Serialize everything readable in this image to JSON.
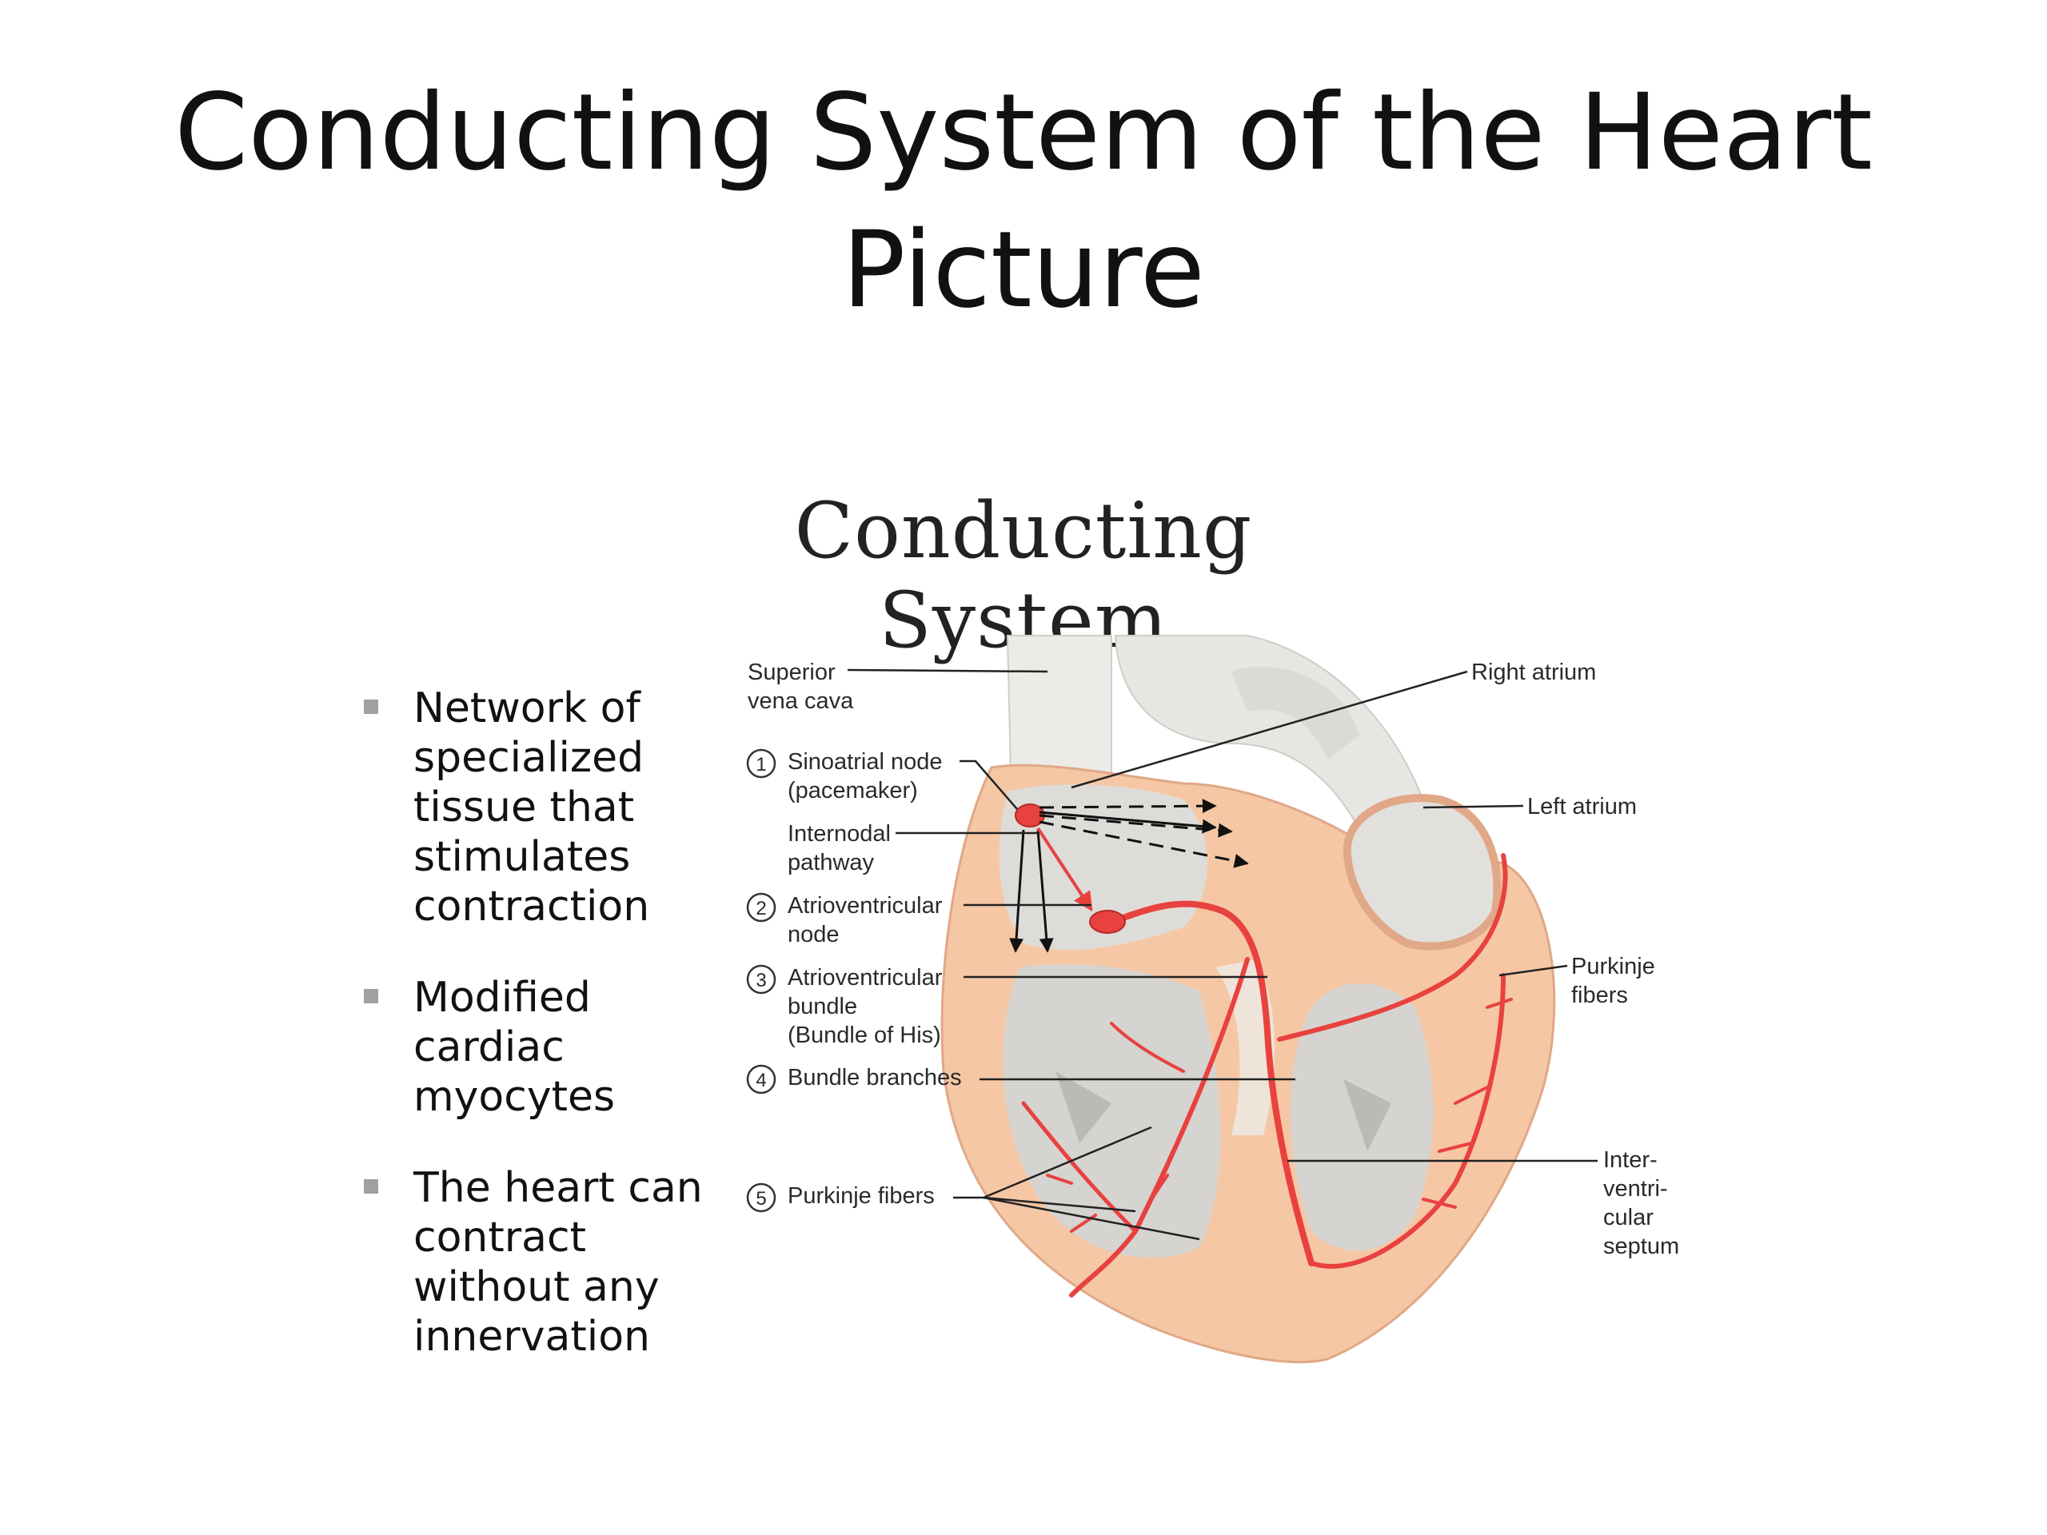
{
  "title": "Conducting System of the Heart Picture",
  "subtitle": "Conducting System",
  "bullets": [
    {
      "text": "Network of\nspecialized\ntissue that\nstimulates\ncontraction"
    },
    {
      "text": "Modified\ncardiac\nmyocytes"
    },
    {
      "text": "The heart can\ncontract\nwithout any\ninnervation"
    }
  ],
  "diagram": {
    "left_labels": {
      "svc_1": "Superior",
      "svc_2": "vena cava",
      "sa_num": "1",
      "sa_1": "Sinoatrial node",
      "sa_2": "(pacemaker)",
      "internodal_1": "Internodal",
      "internodal_2": "pathway",
      "av_num": "2",
      "av_1": "Atrioventricular",
      "av_2": "node",
      "bundle_num": "3",
      "bundle_1": "Atrioventricular",
      "bundle_2": "bundle",
      "bundle_3": "(Bundle of His)",
      "branches_num": "4",
      "branches": "Bundle branches",
      "purkinje_num": "5",
      "purkinje": "Purkinje fibers"
    },
    "right_labels": {
      "right_atrium": "Right atrium",
      "left_atrium": "Left atrium",
      "purkinje_1": "Purkinje",
      "purkinje_2": "fibers",
      "septum_1": "Inter-",
      "septum_2": "ventri-",
      "septum_3": "cular",
      "septum_4": "septum"
    },
    "colors": {
      "tissue": "#f6c7a4",
      "chamber": "#d9d9d6",
      "vessel": "#ebeae6",
      "conduction": "#e8423f"
    }
  }
}
